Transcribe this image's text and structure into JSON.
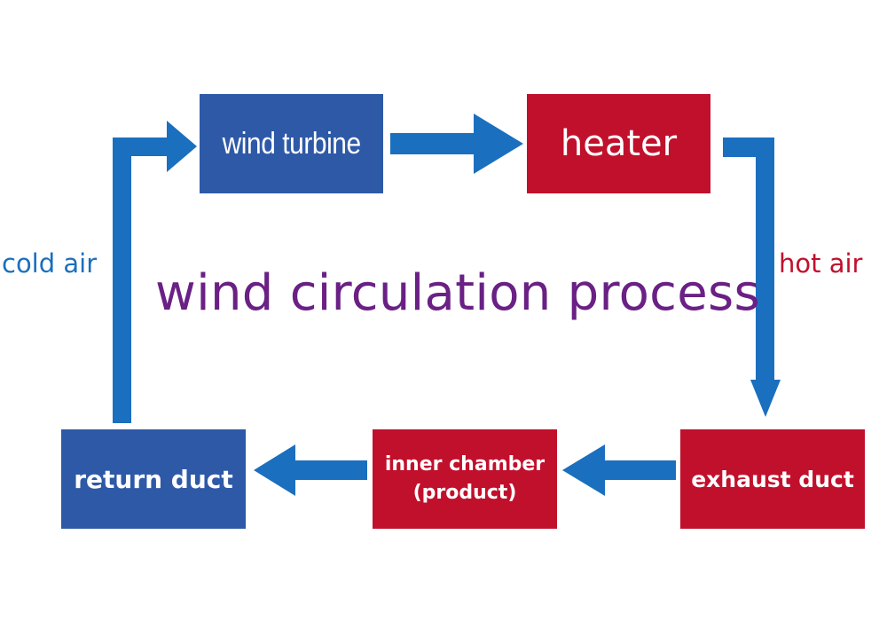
{
  "colors": {
    "box_blue": "#2e59a7",
    "box_red": "#c1102c",
    "arrow_blue": "#1a6fbf",
    "cold_air_text": "#1a6fbf",
    "hot_air_text": "#c1102c",
    "title_purple": "#6a2084"
  },
  "title": "wind circulation process",
  "nodes": {
    "wind_turbine": "wind turbine",
    "heater": "heater",
    "return_duct": "return duct",
    "inner_chamber_line1": "inner chamber",
    "inner_chamber_line2": "(product)",
    "exhaust_duct": "exhaust duct"
  },
  "labels": {
    "cold_air": "cold air",
    "hot_air": "hot air"
  }
}
